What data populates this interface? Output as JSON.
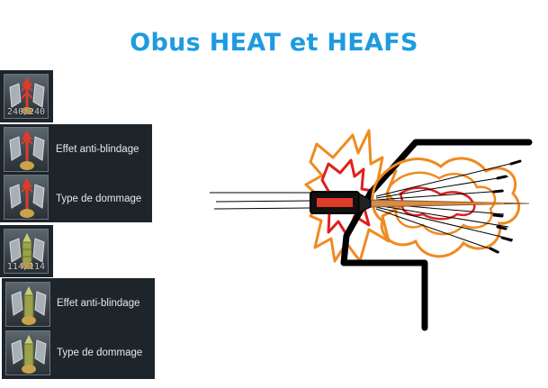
{
  "title": "Obus HEAT et HEAFS",
  "heat": {
    "count": "240/240",
    "rows": [
      {
        "label": "Effet anti-blindage"
      },
      {
        "label": "Type de dommage"
      }
    ]
  },
  "heafs": {
    "count": "114/114",
    "rows": [
      {
        "label": "Effet anti-blindage"
      },
      {
        "label": "Type de dommage"
      }
    ]
  },
  "colors": {
    "title": "#1e9be0",
    "panel": "#1d242a",
    "heat_shell": "#e23a2a",
    "heafs_shell": "#9aa24a",
    "explosion_orange": "#f08a20",
    "explosion_red": "#e0201c",
    "armor": "#000000"
  },
  "icons": [
    "heat-shell-icon",
    "heafs-shell-icon",
    "armor-plate-icon",
    "explosion-icon"
  ]
}
